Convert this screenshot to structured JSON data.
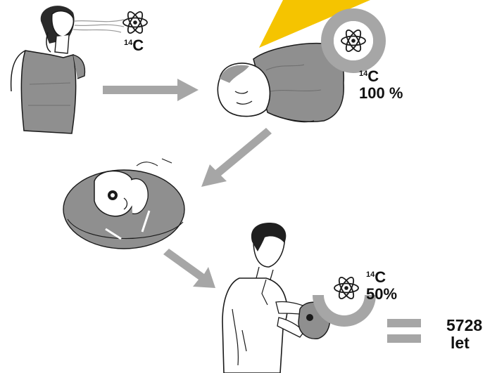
{
  "labels": {
    "isotope_sup": "14",
    "isotope_symbol": "C",
    "percent_full": "100 %",
    "percent_half": "50%",
    "result_value": "5728",
    "result_unit": "let"
  },
  "colors": {
    "arrow_gray": "#a6a6a6",
    "figure_gray": "#8f8f8f",
    "outline": "#1a1a1a",
    "sun_ray": "#f5c400",
    "text": "#111111"
  },
  "icons": [
    "atom-icon",
    "sun-ray",
    "equals-sign",
    "radiocarbon-ring",
    "half-ring"
  ],
  "stages": [
    "woman-breathing-figure",
    "person-lying-figure",
    "skeleton-in-grave",
    "scientist-examining-skull"
  ],
  "gauges": {
    "carbon14_full_fraction": 1.0,
    "carbon14_half_fraction": 0.5
  }
}
